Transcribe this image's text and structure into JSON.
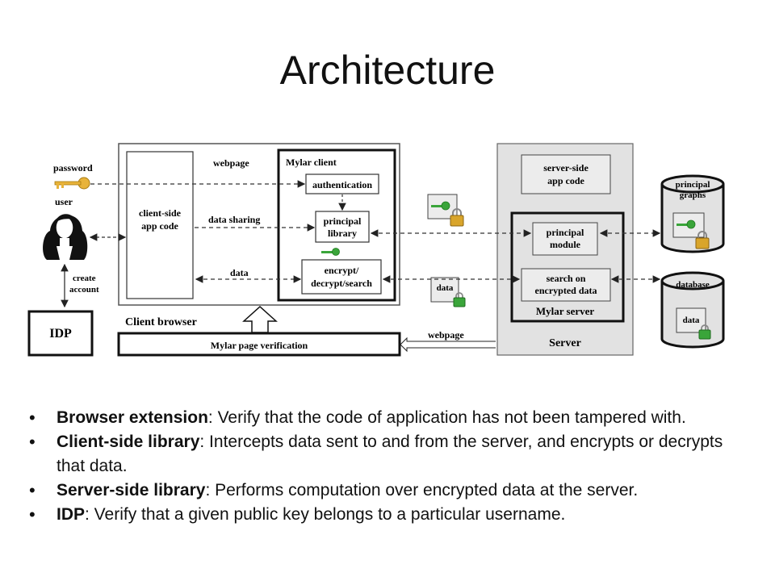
{
  "slide": {
    "title": "Architecture"
  },
  "diagram": {
    "labels": {
      "password": "password",
      "user": "user",
      "create_account": [
        "create",
        "account"
      ],
      "idp": "IDP",
      "client_app_code": [
        "client-side",
        "app code"
      ],
      "webpage_top": "webpage",
      "data_sharing": "data sharing",
      "data_left": "data",
      "mylar_client": "Mylar client",
      "authentication": "authentication",
      "principal_library": [
        "principal",
        "library"
      ],
      "encrypt": [
        "encrypt/",
        "decrypt/search"
      ],
      "client_browser": "Client browser",
      "page_verification": "Mylar page verification",
      "webpage_bottom": "webpage",
      "data_mid": "data",
      "server_app_code": [
        "server-side",
        "app code"
      ],
      "principal_module": [
        "principal",
        "module"
      ],
      "search_encrypted": [
        "search on",
        "encrypted data"
      ],
      "mylar_server": "Mylar server",
      "server": "Server",
      "principal_graphs": [
        "principal",
        "graphs"
      ],
      "database": "database",
      "data_db": "data"
    },
    "colors": {
      "key_gold": "#e8b33a",
      "key_green": "#3aa53a",
      "lock_gold": "#d9a52b",
      "server_fill": "#e2e2e2",
      "inner_fill": "#ececec"
    }
  },
  "bullets": [
    {
      "term": "Browser extension",
      "text": ": Verify that the code of application has not been tampered with."
    },
    {
      "term": "Client-side library",
      "text": ": Intercepts data sent to and from the server, and encrypts or decrypts that data."
    },
    {
      "term": "Server-side library",
      "text": ": Performs computation over encrypted data at the server."
    },
    {
      "term": "IDP",
      "text": ": Verify that a given public key belongs to a particular username."
    }
  ]
}
